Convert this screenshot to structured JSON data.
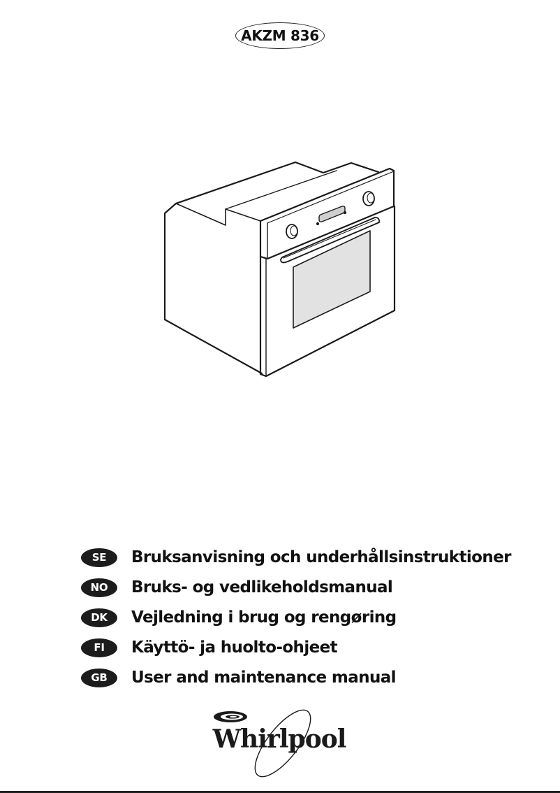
{
  "header": {
    "model_number": "AKZM 836"
  },
  "illustration": {
    "subject": "built-in oven line drawing",
    "window_fill": "#e2e2e2",
    "display_fill": "#cfcfcf",
    "stroke": "#1a1a1a"
  },
  "languages": [
    {
      "code": "SE",
      "title": "Bruksanvisning och underhållsinstruktioner"
    },
    {
      "code": "NO",
      "title": "Bruks- og vedlikeholdsmanual"
    },
    {
      "code": "DK",
      "title": "Vejledning i brug og rengøring"
    },
    {
      "code": "FI",
      "title": "Käyttö- ja huolto-ohjeet"
    },
    {
      "code": "GB",
      "title": "User and maintenance manual"
    }
  ],
  "brand": {
    "name": "Whirlpool",
    "logo_icon": "whirlpool-swirl-icon"
  },
  "colors": {
    "badge_bg": "#1c1c1c",
    "badge_text": "#ffffff",
    "text": "#111111"
  }
}
